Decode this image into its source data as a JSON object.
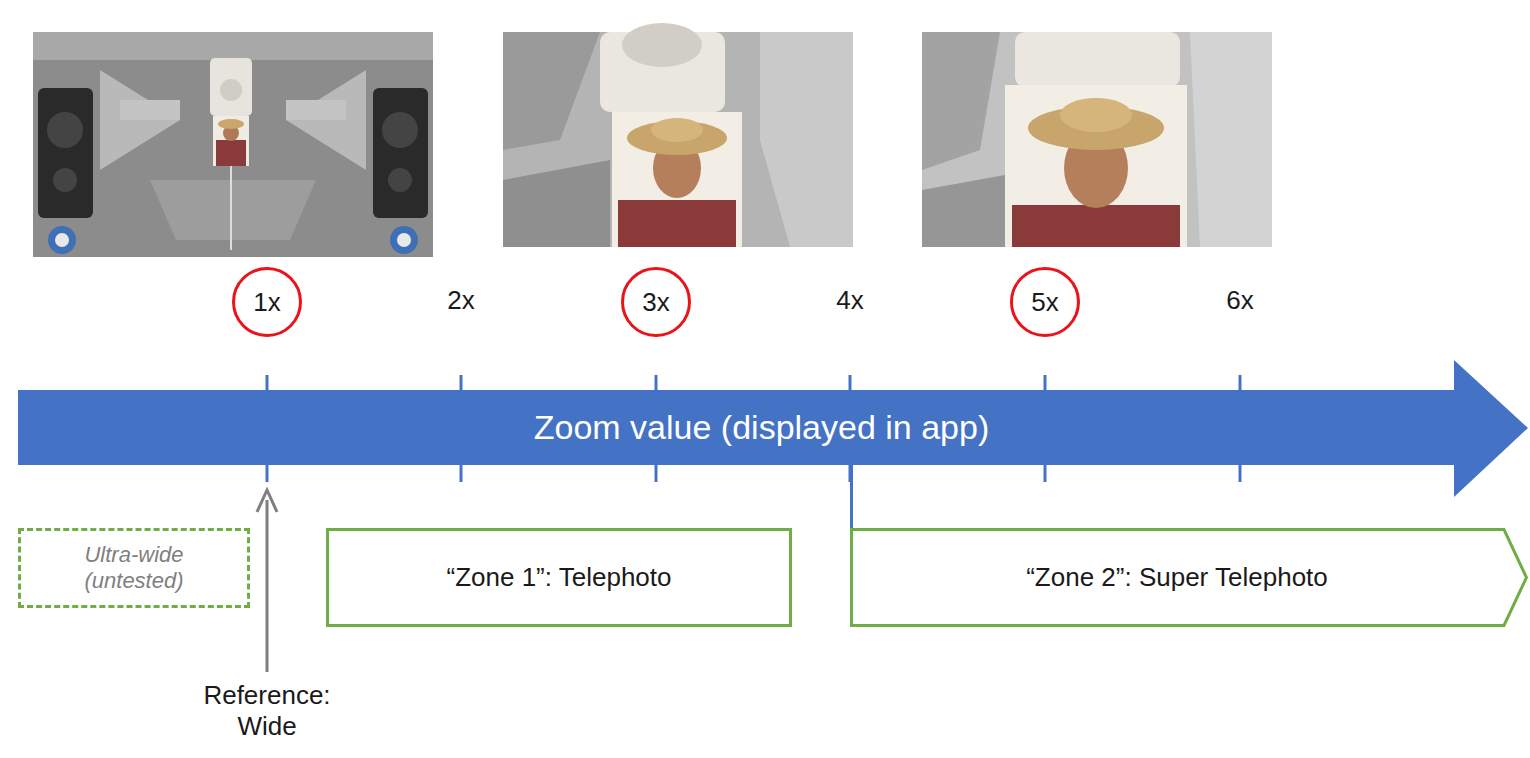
{
  "diagram": {
    "nodes": [
      {
        "text": [
          "1x"
        ]
      },
      {
        "text": [
          "3x"
        ]
      },
      {
        "text": [
          "5x"
        ]
      },
      {
        "text": [
          "Zoom value (displayed in app)"
        ]
      },
      {
        "text": [
          "Ultra-wide (untested)"
        ]
      },
      {
        "text": [
          "“Zone 1”: Telephoto"
        ]
      },
      {
        "text": [
          "“Zone 2”: Super Telephoto"
        ]
      }
    ],
    "edges": [
      {
        "from": 3,
        "to": 6,
        "arrow": "none"
      }
    ],
    "labels": [
      "2x",
      "4x",
      "6x",
      "Reference: Wide"
    ]
  }
}
